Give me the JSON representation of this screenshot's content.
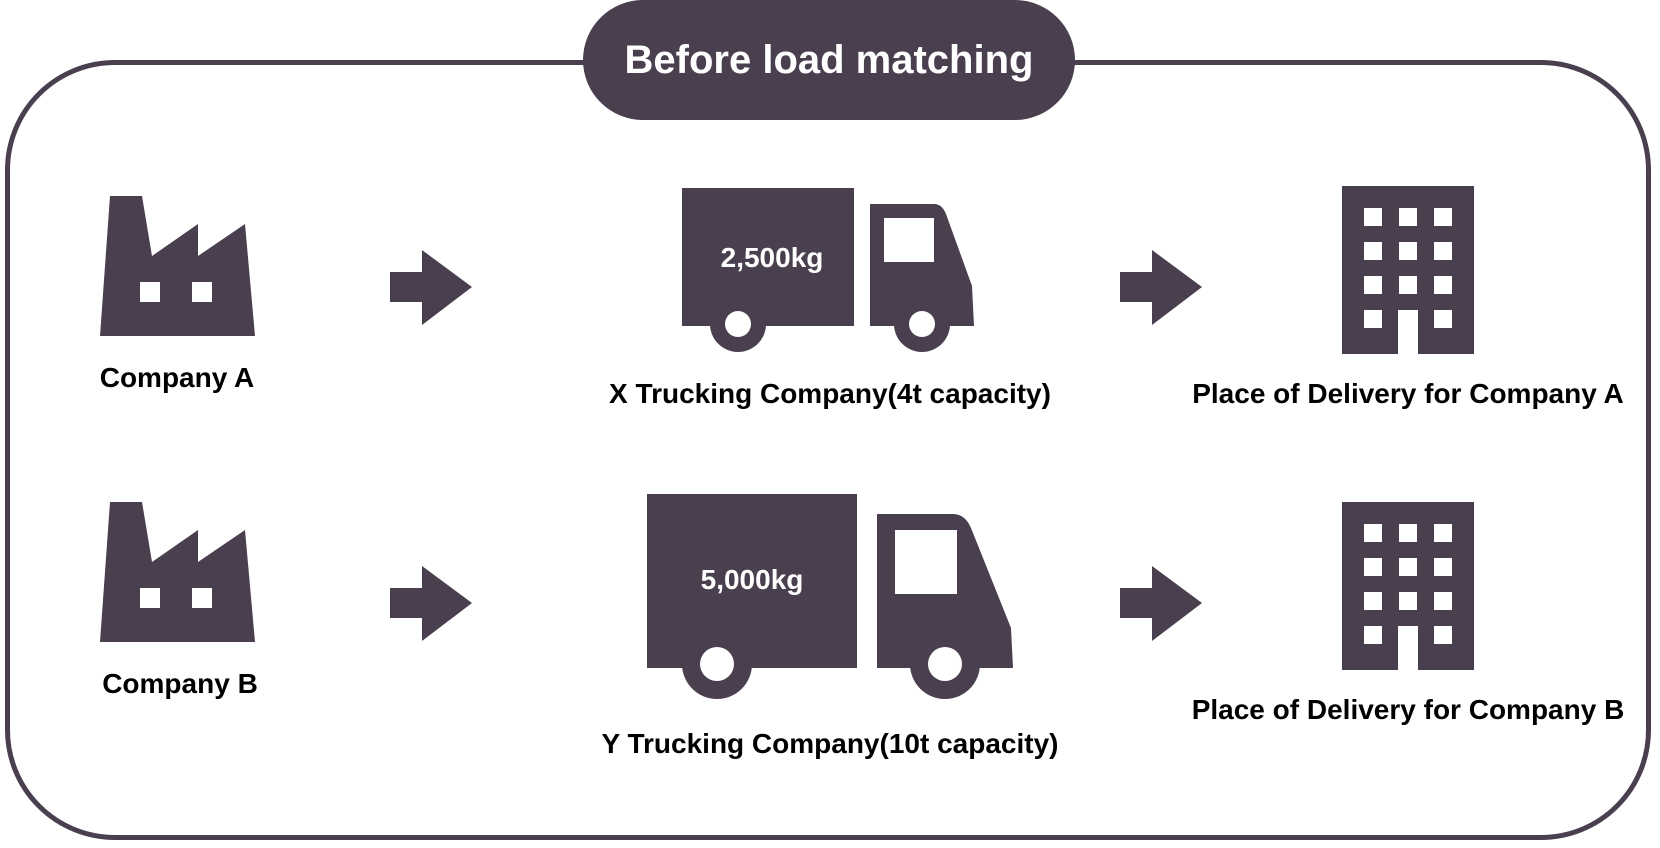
{
  "title": "Before load matching",
  "colors": {
    "ink": "#4a3f4e",
    "background": "#ffffff"
  },
  "rows": [
    {
      "shipper": {
        "icon": "factory-icon",
        "label": "Company A"
      },
      "truck": {
        "icon": "truck-icon",
        "label": "X Trucking Company(4t capacity)",
        "load": "2,500kg"
      },
      "destination": {
        "icon": "building-icon",
        "label": "Place of Delivery for Company A"
      }
    },
    {
      "shipper": {
        "icon": "factory-icon",
        "label": "Company B"
      },
      "truck": {
        "icon": "truck-icon",
        "label": "Y Trucking Company(10t capacity)",
        "load": "5,000kg"
      },
      "destination": {
        "icon": "building-icon",
        "label": "Place of Delivery for Company B"
      }
    }
  ]
}
